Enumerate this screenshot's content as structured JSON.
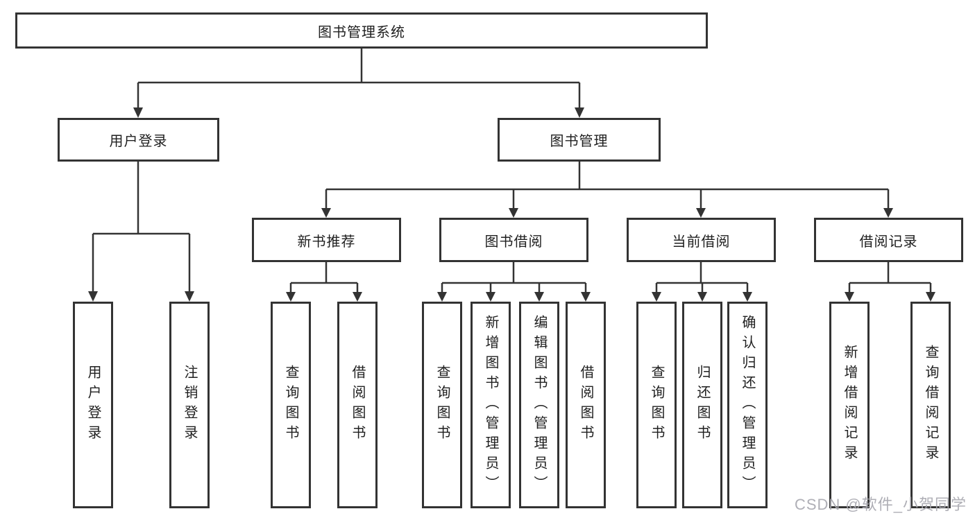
{
  "tree": {
    "root": {
      "label": "图书管理系统"
    },
    "user_login": {
      "label": "用户登录",
      "children": [
        {
          "label": "用户登录"
        },
        {
          "label": "注销登录"
        }
      ]
    },
    "book_mgmt": {
      "label": "图书管理",
      "groups": [
        {
          "label": "新书推荐",
          "children": [
            {
              "label": "查询图书"
            },
            {
              "label": "借阅图书"
            }
          ]
        },
        {
          "label": "图书借阅",
          "children": [
            {
              "label": "查询图书"
            },
            {
              "label": "新增图书（管理员）"
            },
            {
              "label": "编辑图书（管理员）"
            },
            {
              "label": "借阅图书"
            }
          ]
        },
        {
          "label": "当前借阅",
          "children": [
            {
              "label": "查询图书"
            },
            {
              "label": "归还图书"
            },
            {
              "label": "确认归还（管理员）"
            }
          ]
        },
        {
          "label": "借阅记录",
          "children": [
            {
              "label": "新增借阅记录"
            },
            {
              "label": "查询借阅记录"
            }
          ]
        }
      ]
    }
  },
  "watermark": {
    "text": "CSDN @软件_小贺同学"
  },
  "colors": {
    "line": "#333333",
    "box_border": "#333333",
    "text": "#1f1f1f",
    "watermark": "#a8a8b0",
    "background": "#ffffff"
  }
}
